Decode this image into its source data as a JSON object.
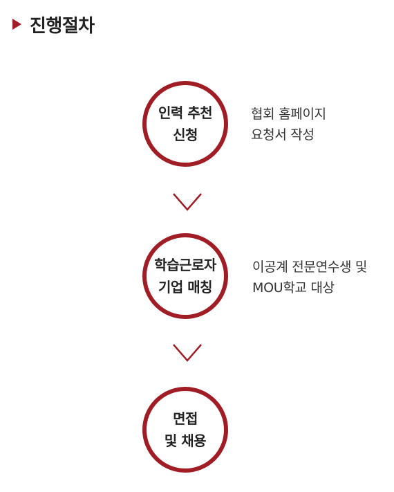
{
  "header": {
    "title": "진행절차",
    "marker_icon": "triangle-right-icon",
    "accent_color": "#a01d26"
  },
  "steps": [
    {
      "label": "인력 추천\n신청",
      "description": "협회 홈페이지\n요청서 작성"
    },
    {
      "label": "학습근로자\n기업 매칭",
      "description": "이공계 전문연수생 및\nMOU학교 대상"
    },
    {
      "label": "면접\n및 채용",
      "description": ""
    }
  ],
  "connector_icon": "chevron-down-icon"
}
